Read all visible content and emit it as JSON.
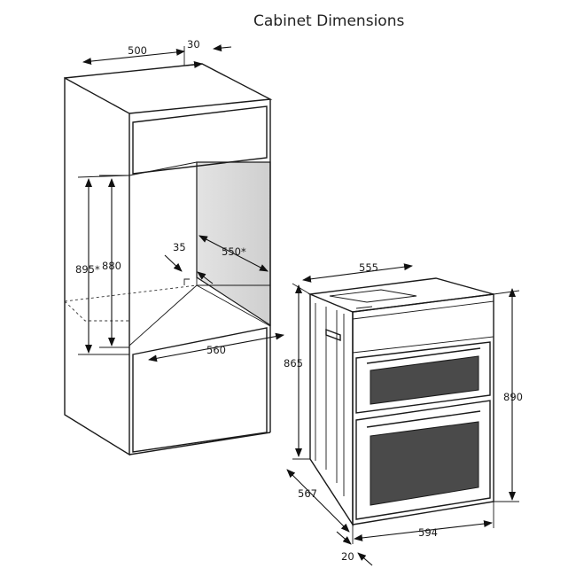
{
  "title": "Cabinet Dimensions",
  "cabinet_dimensions": {
    "depth": "500",
    "depth_extra": "30",
    "height_outer": "895*",
    "height_inner": "880",
    "recess": "35",
    "back_depth": "550*",
    "width": "560"
  },
  "oven_dimensions": {
    "depth": "555",
    "height_body": "865",
    "height_total": "890",
    "depth_side": "567",
    "width": "594",
    "door_thickness": "20"
  }
}
